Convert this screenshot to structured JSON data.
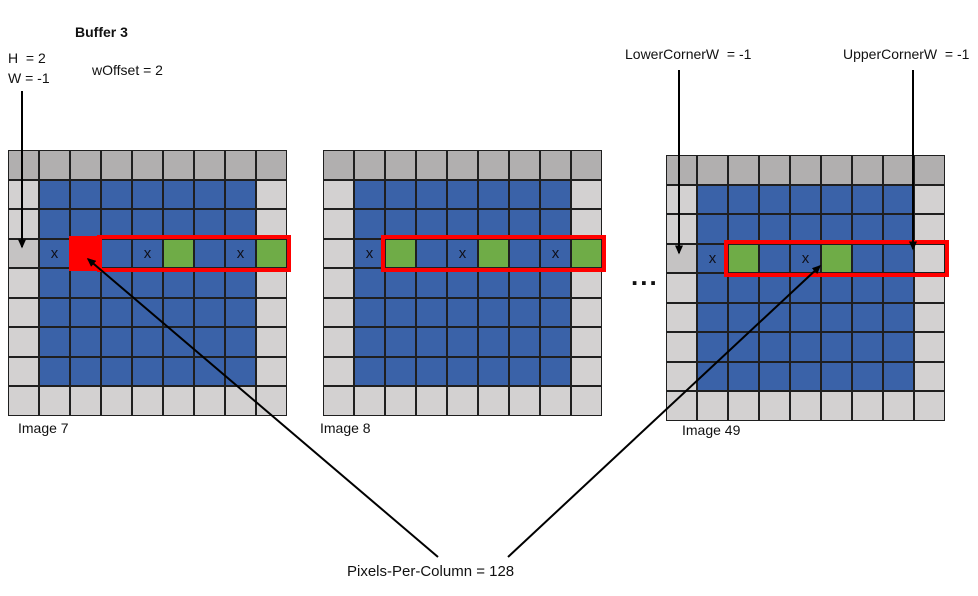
{
  "title": "Buffer 3",
  "annotations": {
    "h_label": "H  = 2",
    "w_label": "W = -1",
    "woffset_label": "wOffset = 2",
    "lower_corner_label": "LowerCornerW  = -1",
    "upper_corner_label": "UpperCornerW  = -1",
    "pixels_per_column_label": "Pixels-Per-Column = 128",
    "ellipsis": "..."
  },
  "x_mark": "x",
  "colors": {
    "blue": "#3A62A8",
    "green": "#6FAC47",
    "red": "#FF0000",
    "grayTop": "#B1AFAF",
    "grayLight": "#D3D1D1",
    "grayMid": "#C5C3C3",
    "line": "#1F1F1F",
    "arrow": "#000000"
  },
  "cell_types": {
    "T": {
      "color": "grayTop",
      "mark": false
    },
    "g": {
      "color": "grayLight",
      "mark": false
    },
    "d": {
      "color": "grayMid",
      "mark": false
    },
    "b": {
      "color": "blue",
      "mark": false
    },
    "x": {
      "color": "blue",
      "mark": true
    },
    "r": {
      "color": "red",
      "mark": false
    },
    "e": {
      "color": "green",
      "mark": false
    }
  },
  "grids": [
    {
      "label": "Image 7",
      "rows": [
        "TTTTTTTTT",
        "gbbbbbbbg",
        "gbbbbbbbg",
        "dxrbxebxe",
        "gbbbbbbbg",
        "gbbbbbbbg",
        "gbbbbbbbg",
        "gbbbbbbbg",
        "ggggggggg"
      ],
      "red_box": {
        "row": 3,
        "col_start": 3,
        "col_end": 8
      },
      "red_cell": {
        "row": 3,
        "col": 2
      }
    },
    {
      "label": "Image 8",
      "rows": [
        "TTTTTTTTT",
        "gbbbbbbbg",
        "gbbbbbbbg",
        "gxebxebxe",
        "gbbbbbbbg",
        "gbbbbbbbg",
        "gbbbbbbbg",
        "gbbbbbbbg",
        "ggggggggg"
      ],
      "red_box": {
        "row": 3,
        "col_start": 2,
        "col_end": 8
      },
      "red_cell": null
    },
    {
      "label": "Image 49",
      "rows": [
        "TTTTTTTTT",
        "gbbbbbbbg",
        "gbbbbbbbg",
        "dxebxebbg",
        "gbbbbbbbg",
        "gbbbbbbbg",
        "gbbbbbbbg",
        "gbbbbbbbg",
        "ggggggggg"
      ],
      "red_box": {
        "row": 3,
        "col_start": 2,
        "col_end": 8
      },
      "red_cell": null
    }
  ]
}
